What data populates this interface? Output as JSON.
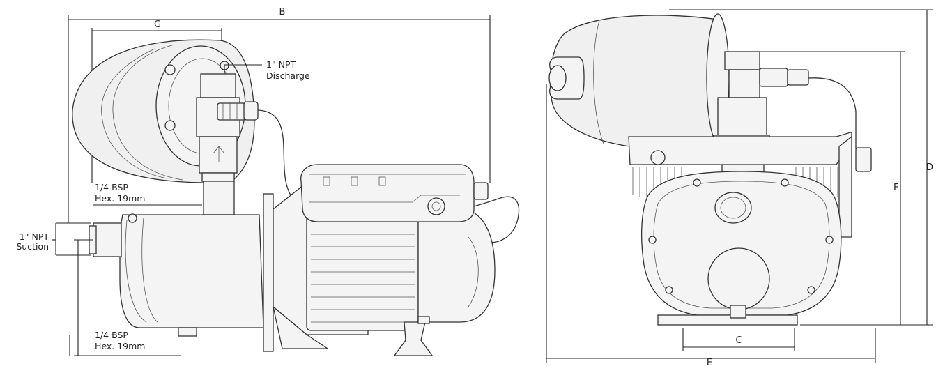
{
  "labels": {
    "dim_b": "B",
    "dim_g": "G",
    "dim_c": "C",
    "dim_d": "D",
    "dim_e": "E",
    "dim_f": "F",
    "discharge_line1": "1\" NPT",
    "discharge_line2": "Discharge",
    "suction_line1": "1\" NPT",
    "suction_line2": "Suction",
    "plug_top_line1": "1/4 BSP",
    "plug_top_line2": "Hex. 19mm",
    "plug_bottom_line1": "1/4 BSP",
    "plug_bottom_line2": "Hex. 19mm"
  }
}
